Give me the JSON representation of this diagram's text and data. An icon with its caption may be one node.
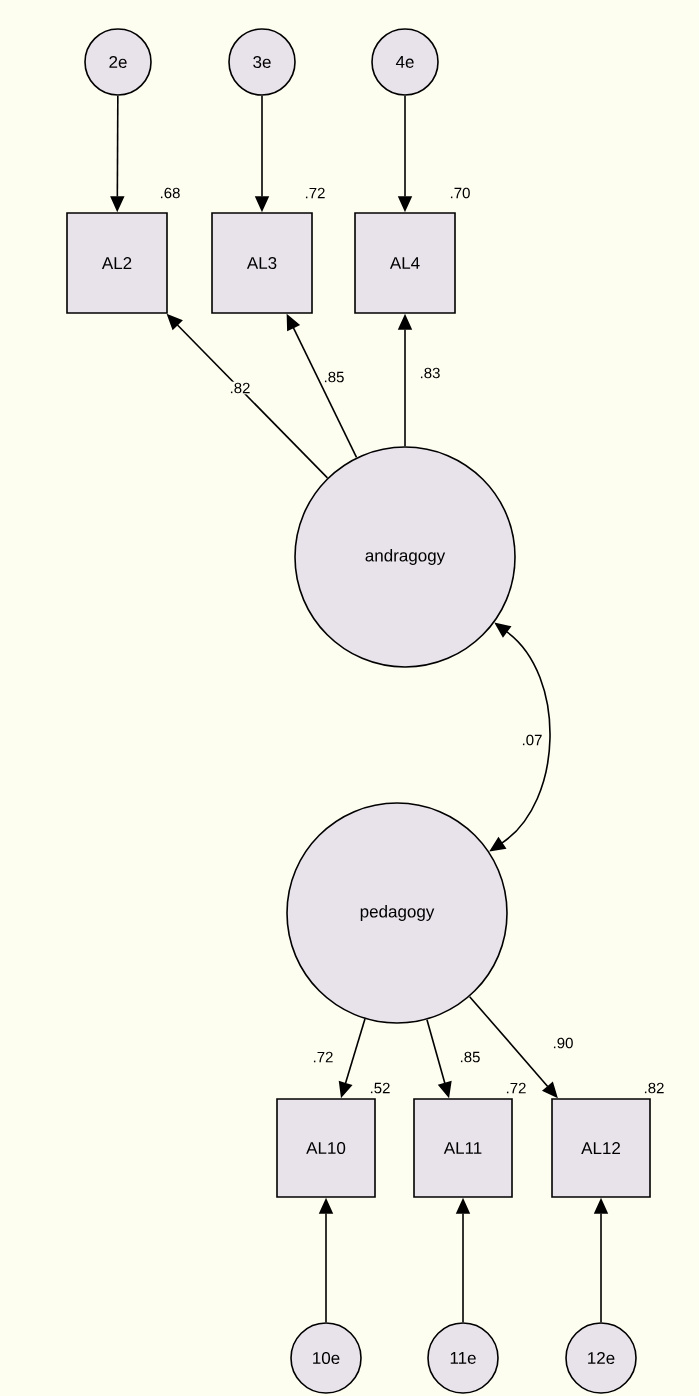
{
  "diagram": {
    "nodes": [
      {
        "text": [
          "2e"
        ]
      },
      {
        "text": [
          "3e"
        ]
      },
      {
        "text": [
          "4e"
        ]
      },
      {
        "text": [
          "AL2"
        ],
        "beside": [
          ".68"
        ]
      },
      {
        "text": [
          "AL3"
        ],
        "beside": [
          ".72"
        ]
      },
      {
        "text": [
          "AL4"
        ],
        "beside": [
          ".70"
        ]
      },
      {
        "text": [
          "andragogy"
        ]
      },
      {
        "text": [
          "pedagogy"
        ]
      },
      {
        "text": [
          "AL10"
        ],
        "beside": [
          ".52"
        ]
      },
      {
        "text": [
          "AL11"
        ],
        "beside": [
          ".72"
        ]
      },
      {
        "text": [
          "AL12"
        ],
        "beside": [
          ".82"
        ]
      },
      {
        "text": [
          "10e"
        ]
      },
      {
        "text": [
          "11e"
        ]
      },
      {
        "text": [
          "12e"
        ]
      }
    ],
    "edges": [
      {
        "from": 0,
        "to": 3,
        "arrow": "to"
      },
      {
        "from": 1,
        "to": 4,
        "arrow": "to"
      },
      {
        "from": 2,
        "to": 5,
        "arrow": "to"
      },
      {
        "from": 6,
        "to": 3,
        "arrow": "to",
        "label": ".82"
      },
      {
        "from": 6,
        "to": 4,
        "arrow": "to",
        "label": ".85"
      },
      {
        "from": 6,
        "to": 5,
        "arrow": "to",
        "label": ".83"
      },
      {
        "from": 6,
        "to": 7,
        "arrow": "both",
        "label": ".07"
      },
      {
        "from": 7,
        "to": 8,
        "arrow": "to",
        "label": ".72"
      },
      {
        "from": 7,
        "to": 9,
        "arrow": "to",
        "label": ".85"
      },
      {
        "from": 7,
        "to": 10,
        "arrow": "to",
        "label": ".90"
      },
      {
        "from": 11,
        "to": 8,
        "arrow": "to"
      },
      {
        "from": 12,
        "to": 9,
        "arrow": "to"
      },
      {
        "from": 13,
        "to": 10,
        "arrow": "to"
      }
    ]
  }
}
